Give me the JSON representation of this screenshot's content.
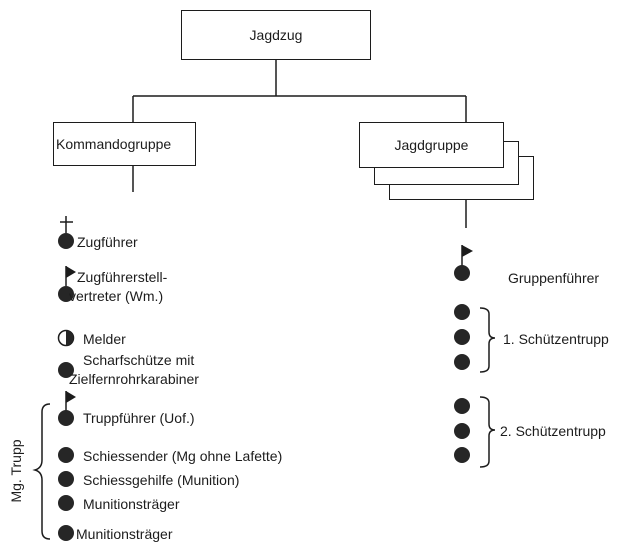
{
  "title": "Jagdzug",
  "units": {
    "kommando": "Kommandogruppe",
    "jagd": "Jagdgruppe"
  },
  "kommando_members": {
    "zugfuehrer": "Zugführer",
    "stellvertreter_line1": "Zugführerstell-",
    "stellvertreter_line2": "vertreter (Wm.)",
    "melder": "Melder",
    "scharf_line1": "Scharfschütze mit",
    "scharf_line2": "Zielfernrohrkarabiner"
  },
  "mg_trupp": {
    "label": "Mg. Trupp",
    "members": [
      "Truppführer (Uof.)",
      "Schiessender (Mg ohne Lafette)",
      "Schiessgehilfe (Munition)",
      "Munitionsträger",
      "Munitionsträger"
    ]
  },
  "jagd_members": {
    "gruppenfuehrer": "Gruppenführer",
    "trupp1": "1. Schützentrupp",
    "trupp2": "2. Schützentrupp"
  },
  "colors": {
    "ink": "#1c1c1c",
    "dot": "#262626",
    "background": "#ffffff"
  }
}
